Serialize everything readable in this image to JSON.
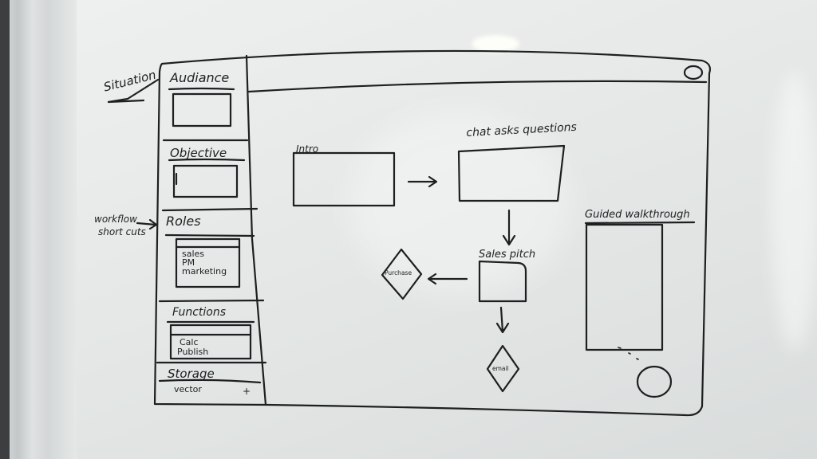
{
  "sidebar": {
    "situation_note": "Situation",
    "workflow_note_line1": "workflow",
    "workflow_note_line2": "short cuts",
    "sections": {
      "audience": {
        "title": "Audiance"
      },
      "objective": {
        "title": "Objective"
      },
      "roles": {
        "title": "Roles",
        "items": [
          "sales",
          "PM",
          "marketing"
        ]
      },
      "functions": {
        "title": "Functions",
        "items": [
          "Calc",
          "Publish"
        ]
      },
      "storage": {
        "title": "Storage",
        "item": "vector",
        "add": "+"
      }
    }
  },
  "flow": {
    "intro": "Intro",
    "chat": "chat asks questions",
    "pitch": "Sales pitch",
    "purchase": "Purchase",
    "email": "email"
  },
  "guided": {
    "title": "Guided walkthrough"
  },
  "colors": {
    "ink": "#1d1f20",
    "board": "#e7e9e8"
  }
}
